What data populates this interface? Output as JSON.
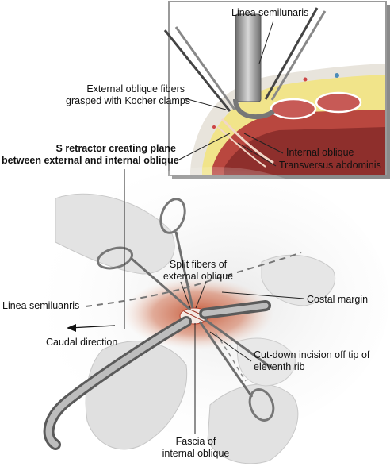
{
  "inset_labels": {
    "linea_semilunaris": "Linea semilunaris",
    "external_oblique_fibers": [
      "External oblique fibers",
      "grasped with Kocher clamps"
    ],
    "internal_oblique": "Internal oblique",
    "transversus_abdominis": "Transversus abdominis"
  },
  "main_labels": {
    "s_retractor": [
      "S retractor creating plane",
      "between external and internal oblique"
    ],
    "split_fibers": [
      "Split fibers of",
      "external oblique"
    ],
    "linea_semiluanris": "Linea semiluanris",
    "costal_margin": "Costal margin",
    "caudal_direction": "Caudal direction",
    "cut_down_incision": [
      "Cut-down incision off tip of",
      "eleventh rib"
    ],
    "fascia": [
      "Fascia of",
      "internal oblique"
    ]
  },
  "colors": {
    "skin": "#d9d9d9",
    "fat": "#f1e48a",
    "muscle": "#c8505a",
    "tissue_red": "#b8412f",
    "instrument": "#8c8c8c"
  },
  "icons": [
    "kocher-clamp-icon",
    "s-retractor-icon",
    "direction-arrow-icon"
  ]
}
